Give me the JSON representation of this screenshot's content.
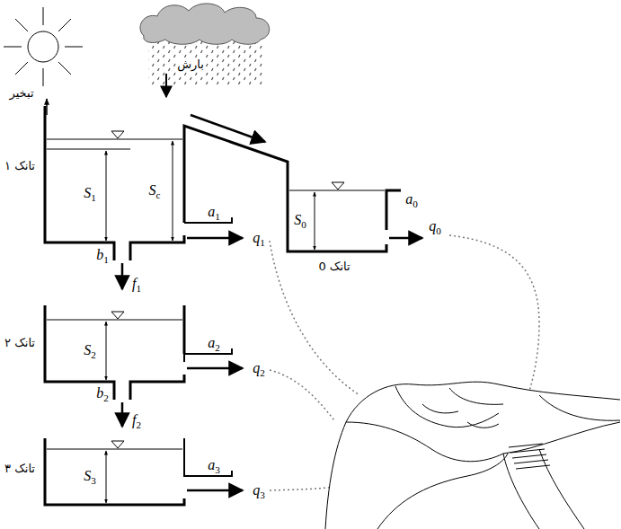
{
  "diagram": {
    "labels": [
      "تبخیر",
      "بارش",
      "تانک ۱",
      "S1",
      "Sc",
      "a1",
      "q1",
      "b1",
      "f1",
      "S0",
      "a0",
      "q0",
      "تانک 0",
      "تانک ۲",
      "S2",
      "a2",
      "q2",
      "b2",
      "f2",
      "تانک ۳",
      "S3",
      "a3",
      "q3"
    ]
  }
}
